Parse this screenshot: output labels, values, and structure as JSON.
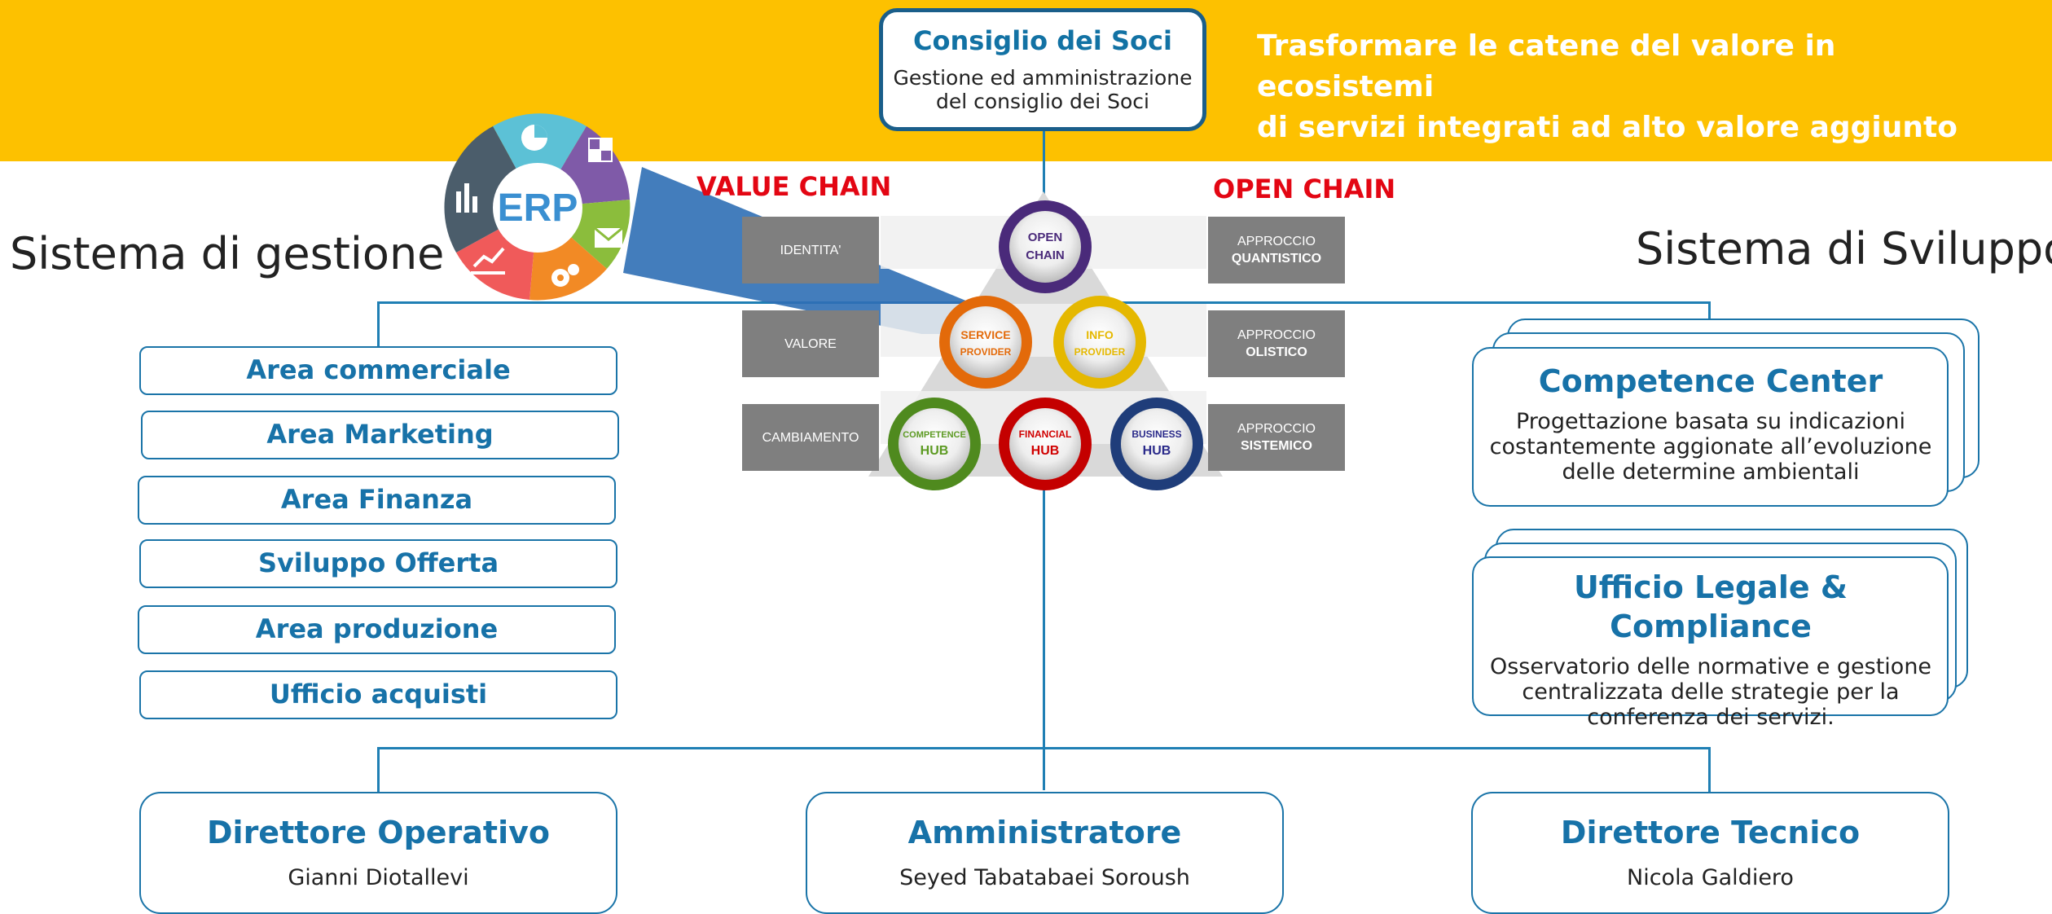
{
  "header": {
    "tagline_line1": "Trasformare le catene del valore in ecosistemi",
    "tagline_line2": "di servizi integrati ad alto valore aggiunto",
    "banner_color": "#fdc100"
  },
  "council": {
    "title": "Consiglio dei Soci",
    "desc_line1": "Gestione ed amministrazione",
    "desc_line2": "del consiglio dei Soci"
  },
  "left": {
    "title": "Sistema di gestione",
    "erp_label": "ERP",
    "areas": [
      "Area commerciale",
      "Area Marketing",
      "Area Finanza",
      "Sviluppo Offerta",
      "Area produzione",
      "Ufficio acquisti"
    ]
  },
  "right": {
    "title": "Sistema di Sviluppo",
    "competence": {
      "title": "Competence Center",
      "line1": "Progettazione basata su indicazioni",
      "line2": "costantemente aggionate all’evoluzione",
      "line3": "delle determine ambientali"
    },
    "legal": {
      "title": "Ufficio Legale & Compliance",
      "line1": "Osservatorio delle normative e gestione",
      "line2": "centralizzata delle strategie per la",
      "line3": "conferenza dei servizi."
    }
  },
  "center": {
    "value_chain": "VALUE CHAIN",
    "open_chain": "OPEN CHAIN",
    "left_boxes": [
      "IDENTITA'",
      "VALORE",
      "CAMBIAMENTO"
    ],
    "right_boxes": [
      {
        "line1": "APPROCCIO",
        "line2": "QUANTISTICO"
      },
      {
        "line1": "APPROCCIO",
        "line2": "OLISTICO"
      },
      {
        "line1": "APPROCCIO",
        "line2": "SISTEMICO"
      }
    ],
    "balls": {
      "open_1": "OPEN",
      "open_2": "CHAIN",
      "service_1": "SERVICE",
      "service_2": "PROVIDER",
      "info_1": "INFO",
      "info_2": "PROVIDER",
      "competence_1": "COMPETENCE",
      "competence_2": "HUB",
      "financial_1": "FINANCIAL",
      "financial_2": "HUB",
      "business_1": "BUSINESS",
      "business_2": "HUB"
    }
  },
  "bottom": [
    {
      "title": "Direttore Operativo",
      "name": "Gianni Diotallevi"
    },
    {
      "title": "Amministratore",
      "name": "Seyed Tabatabaei Soroush"
    },
    {
      "title": "Direttore Tecnico",
      "name": "Nicola Galdiero"
    }
  ]
}
